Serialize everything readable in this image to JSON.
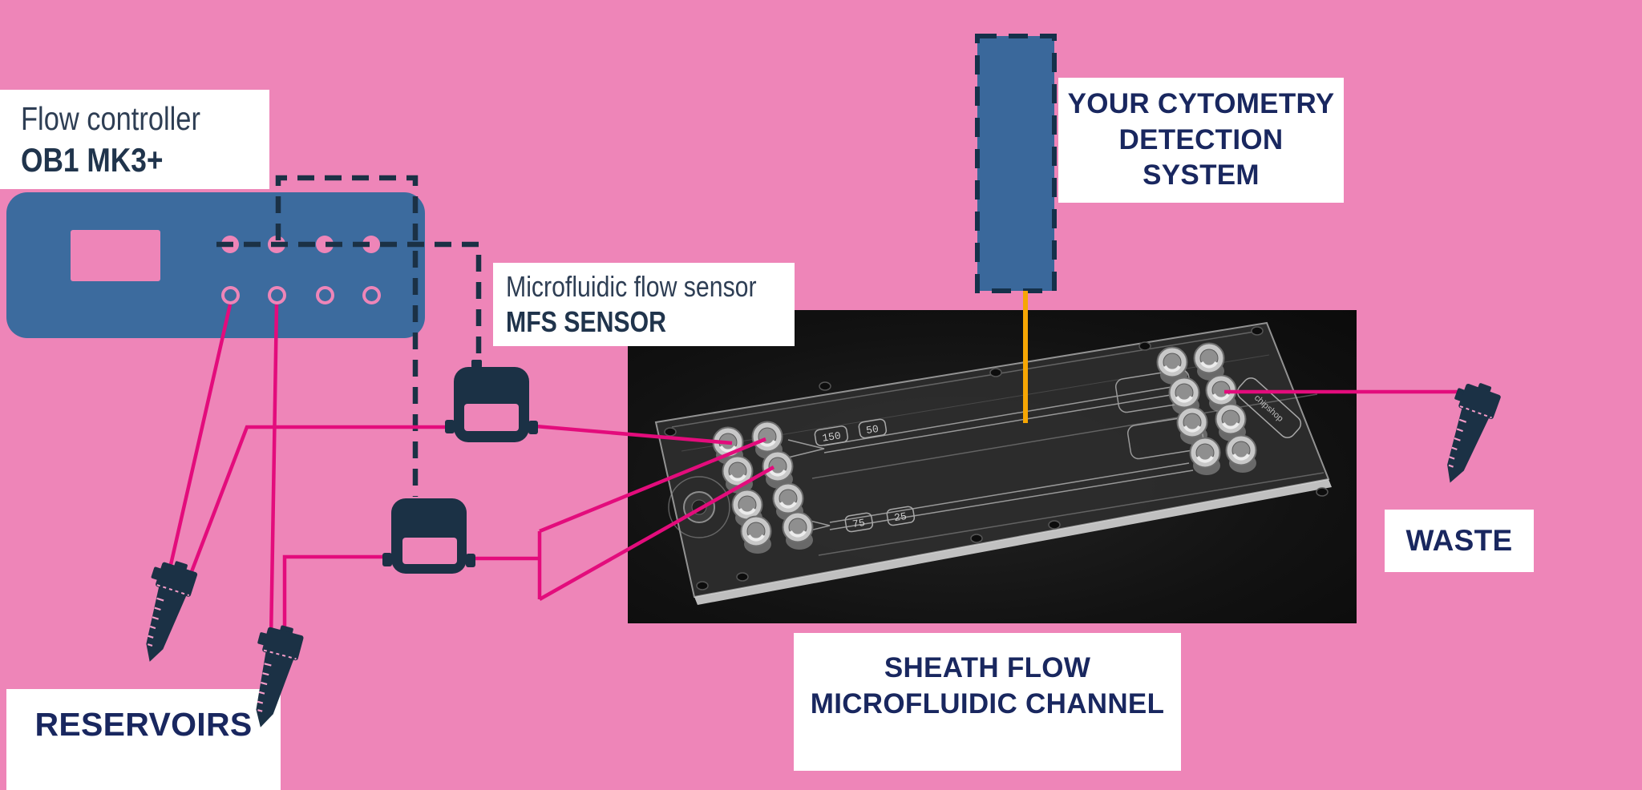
{
  "labels": {
    "flow_controller": {
      "title": "Flow controller",
      "model": "OB1 MK3+"
    },
    "flow_sensor": {
      "title": "Microfluidic flow sensor",
      "model": "MFS SENSOR"
    },
    "cytometry": {
      "line1": "YOUR CYTOMETRY",
      "line2": "DETECTION SYSTEM"
    },
    "sheath": {
      "line1": "SHEATH FLOW",
      "line2": "MICROFLUIDIC CHANNEL"
    },
    "waste": {
      "text": "WASTE"
    },
    "reservoirs": {
      "text": "RESERVOIRS"
    }
  },
  "chip": {
    "markings": [
      "150",
      "50",
      "75",
      "25"
    ],
    "logo": "chipshop"
  },
  "icons": {
    "reservoir_tube": "falcon-tube-icon",
    "waste_tube": "falcon-tube-icon",
    "flow_sensor": "flow-sensor-icon",
    "controller": "pressure-controller-icon"
  },
  "colors": {
    "background": "#ee85b8",
    "device_blue": "#3c6b9e",
    "dark_navy": "#1b3145",
    "tubing_pink": "#e30c7c",
    "optical_orange": "#f6a604",
    "text_navy": "#19275f",
    "label_bg": "#ffffff"
  }
}
